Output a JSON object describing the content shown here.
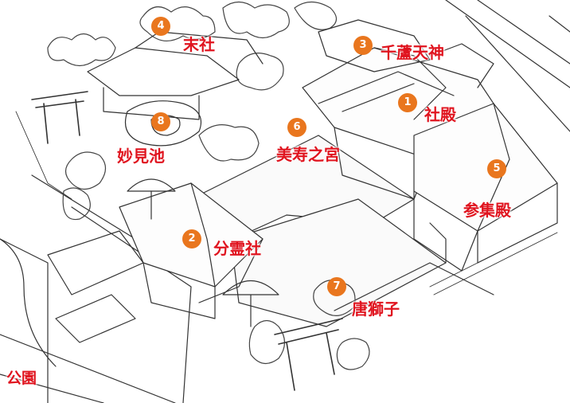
{
  "map": {
    "colors": {
      "marker_fill": "#e9761e",
      "label_text": "#e0141f",
      "park_label_text": "#e0141f",
      "line_art": "#333333"
    },
    "places": [
      {
        "number": "1",
        "name": "社殿"
      },
      {
        "number": "2",
        "name": "分霊社"
      },
      {
        "number": "3",
        "name": "千蘆天神"
      },
      {
        "number": "4",
        "name": "末社"
      },
      {
        "number": "5",
        "name": "参集殿"
      },
      {
        "number": "6",
        "name": "美寿之宮"
      },
      {
        "number": "7",
        "name": "唐獅子"
      },
      {
        "number": "8",
        "name": "妙見池"
      }
    ],
    "park_label": "公園"
  }
}
